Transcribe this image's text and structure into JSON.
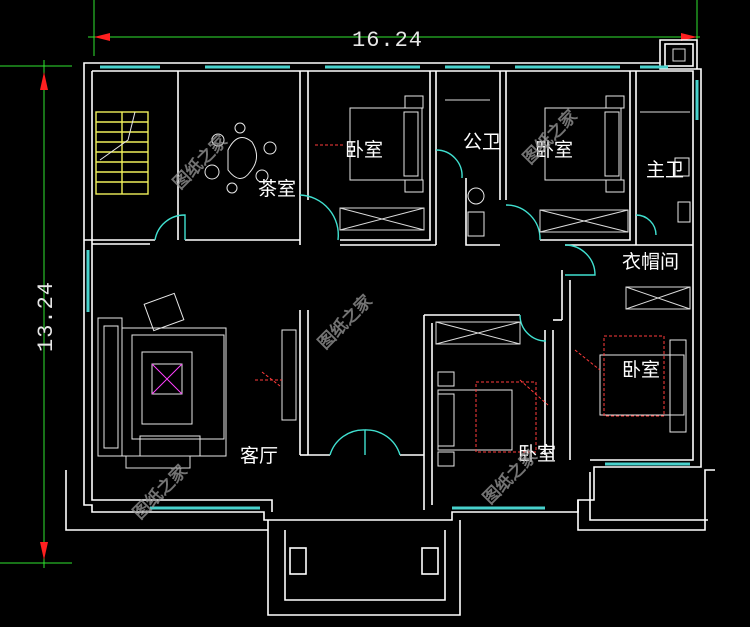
{
  "dimensions": {
    "width_label": "16.24",
    "height_label": "13.24"
  },
  "rooms": {
    "tea_room": "茶室",
    "bedroom_1": "卧室",
    "public_bath": "公卫",
    "bedroom_2": "卧室",
    "master_bath": "主卫",
    "wardrobe": "衣帽间",
    "bedroom_3": "卧室",
    "living_room": "客厅",
    "bedroom_4": "卧室"
  },
  "watermark": "图纸之家",
  "colors": {
    "background": "#000000",
    "walls": "#ffffff",
    "windows": "#48d1cc",
    "dimension_lines": "#2fe52f",
    "dimension_arrows": "#ff2020",
    "stairs": "#f0f05a"
  }
}
